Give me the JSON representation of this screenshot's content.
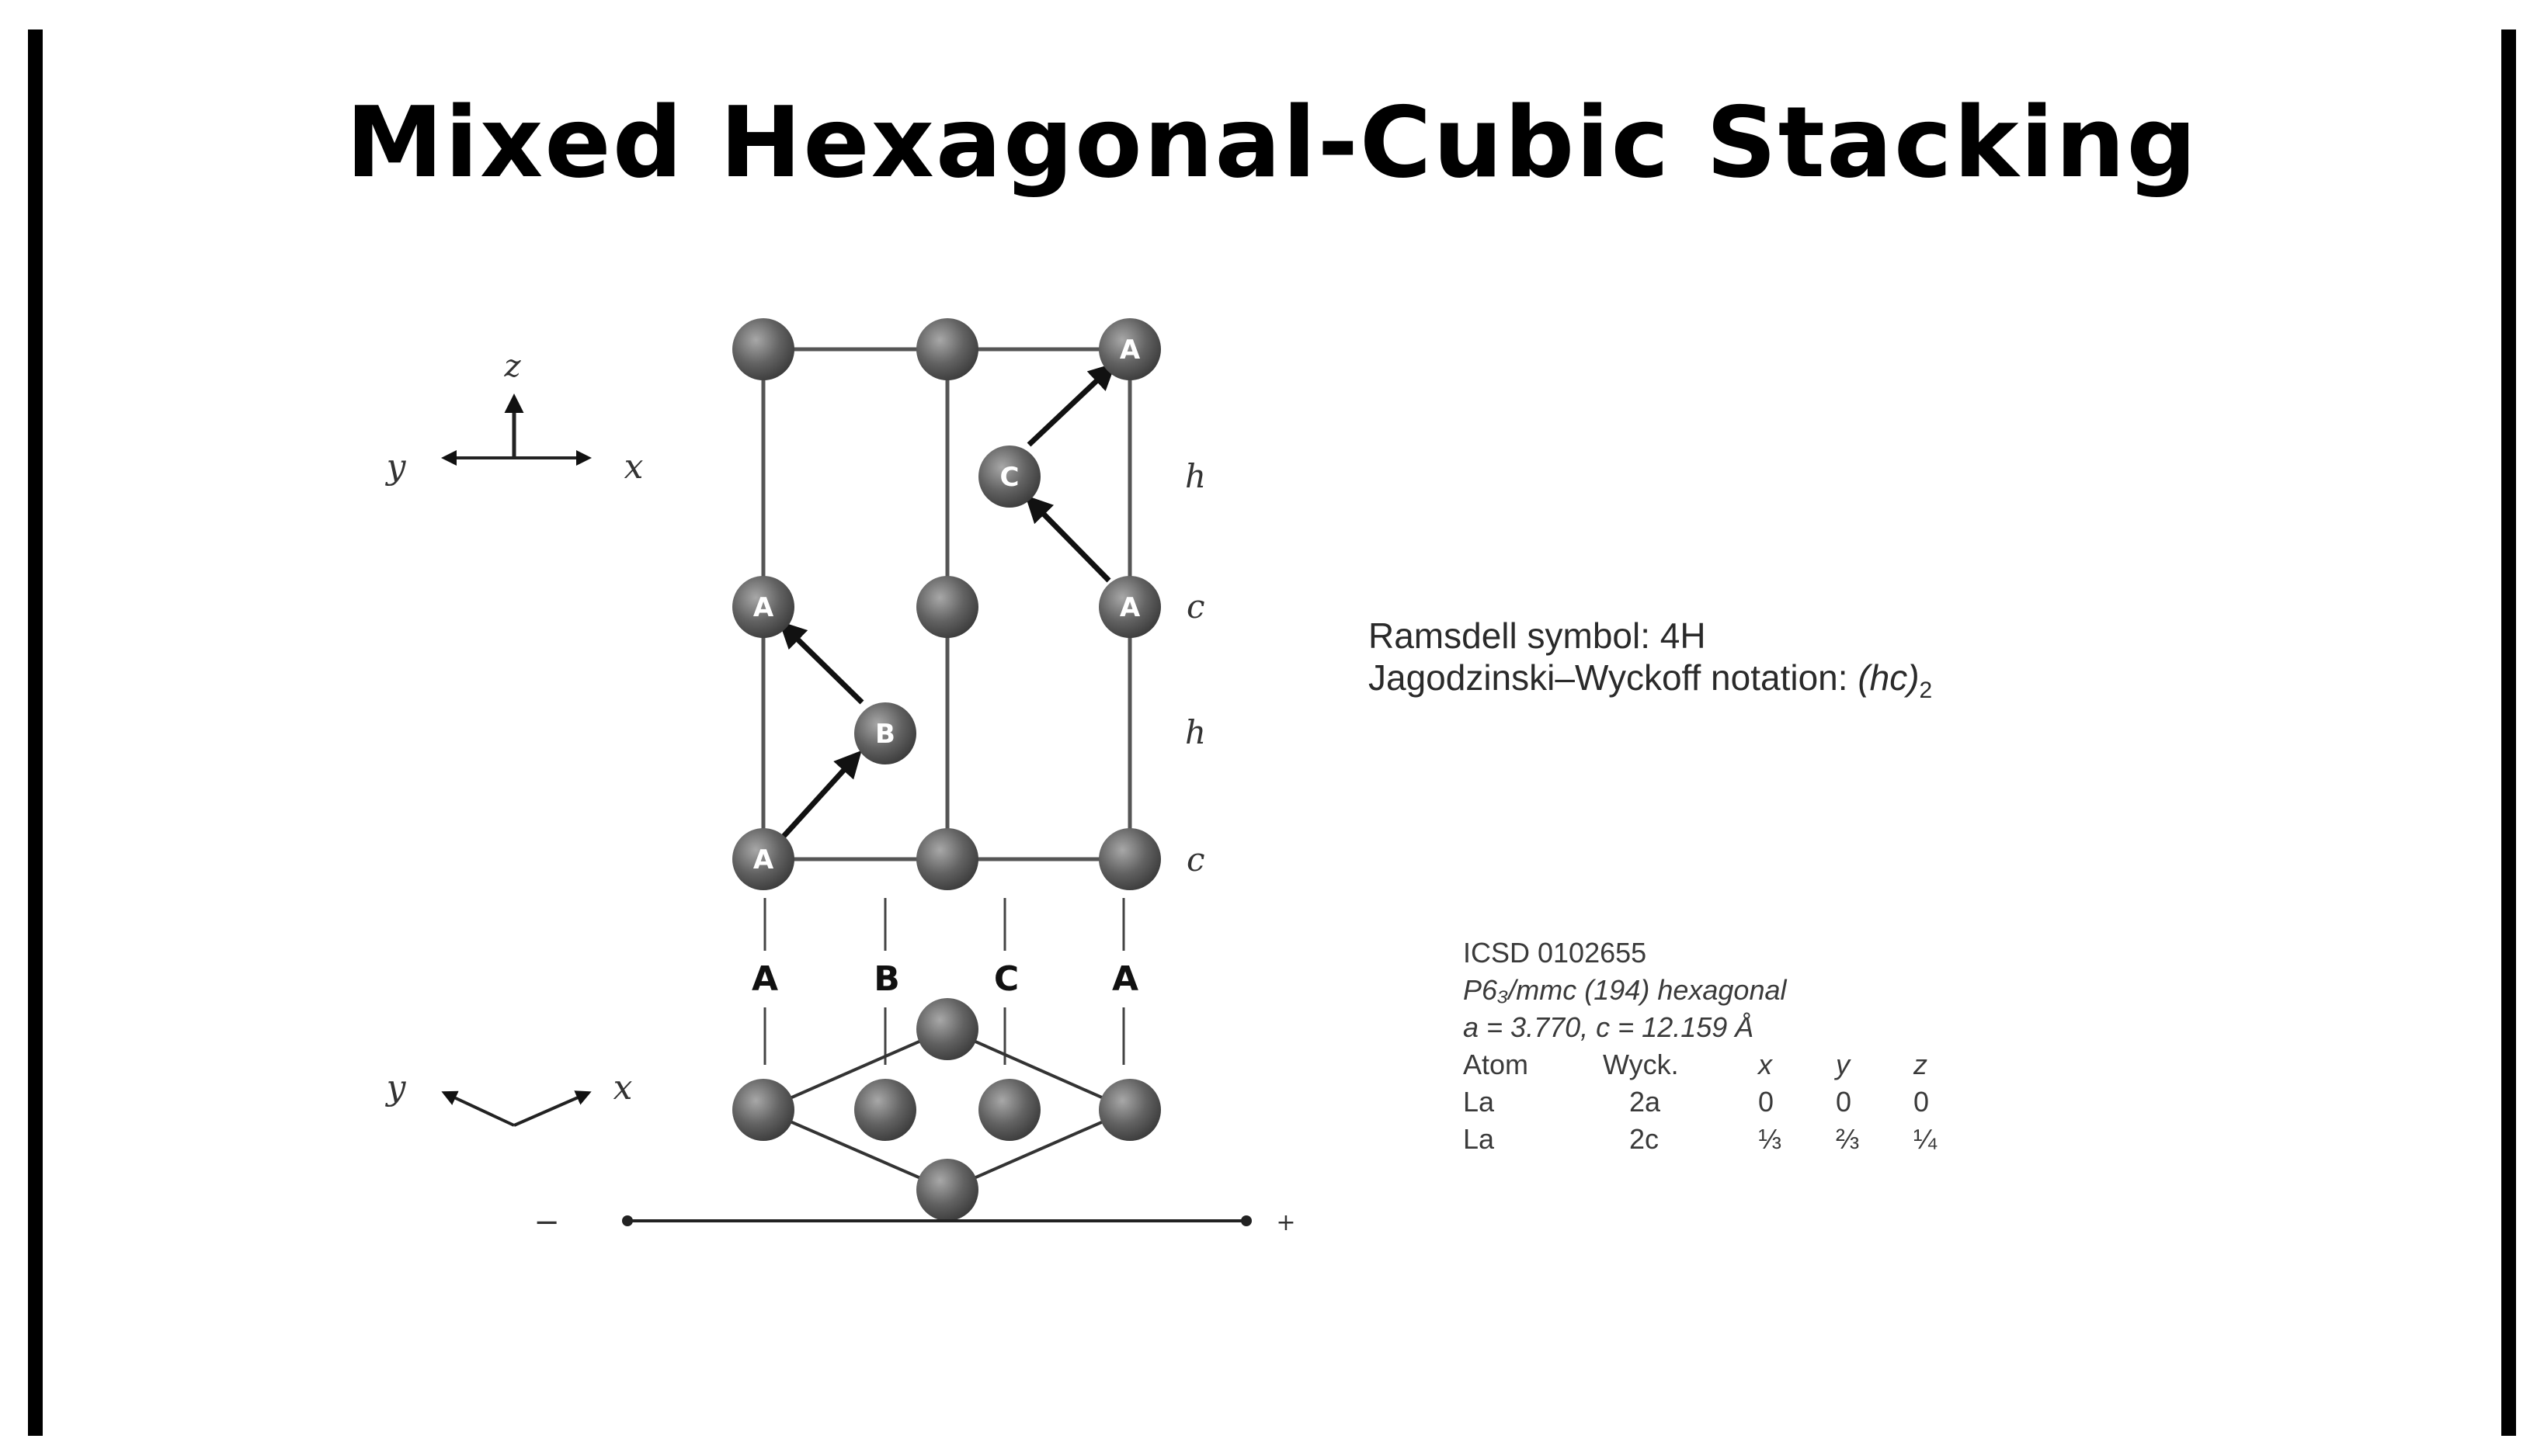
{
  "title": "Mixed Hexagonal-Cubic Stacking",
  "colors": {
    "background": "#ffffff",
    "border": "#000000",
    "atom": "#5f5f5f",
    "atom_highlight": "#9a9a9a",
    "line": "#555555",
    "arrow": "#111111"
  },
  "axes_top": {
    "z": "z",
    "y": "y",
    "x": "x"
  },
  "axes_bottom": {
    "y": "y",
    "x": "x"
  },
  "stacking_labels": [
    "A",
    "B",
    "C",
    "A"
  ],
  "atom_labels": {
    "top_right": "A",
    "c_atom": "C",
    "mid_left": "A",
    "mid_right": "A",
    "b_atom": "B",
    "bottom_left": "A"
  },
  "layer_labels": [
    "h",
    "c",
    "h",
    "c"
  ],
  "notation": {
    "ramsdell": "Ramsdell symbol: 4H",
    "jagodzinski_prefix": "Jagodzinski–Wyckoff notation: ",
    "jagodzinski_value": "(hc)",
    "jagodzinski_sub": "2"
  },
  "icsd": {
    "id": "ICSD 0102655",
    "space_group": "P6₃/mmc (194) hexagonal",
    "cell": "a = 3.770, c = 12.159 Å",
    "headers": [
      "Atom",
      "Wyck.",
      "x",
      "y",
      "z"
    ],
    "rows": [
      [
        "La",
        "2a",
        "0",
        "0",
        "0"
      ],
      [
        "La",
        "2c",
        "⅓",
        "⅔",
        "¼"
      ]
    ]
  },
  "scale_bar": {
    "left": "−",
    "right": "+"
  }
}
